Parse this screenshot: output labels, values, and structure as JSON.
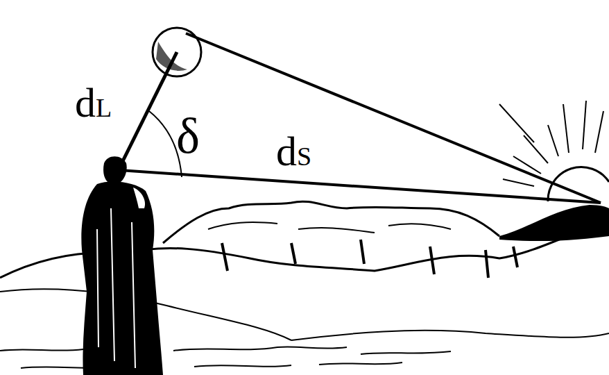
{
  "diagram": {
    "labels": [
      "dL",
      "δ",
      "dS"
    ]
  }
}
